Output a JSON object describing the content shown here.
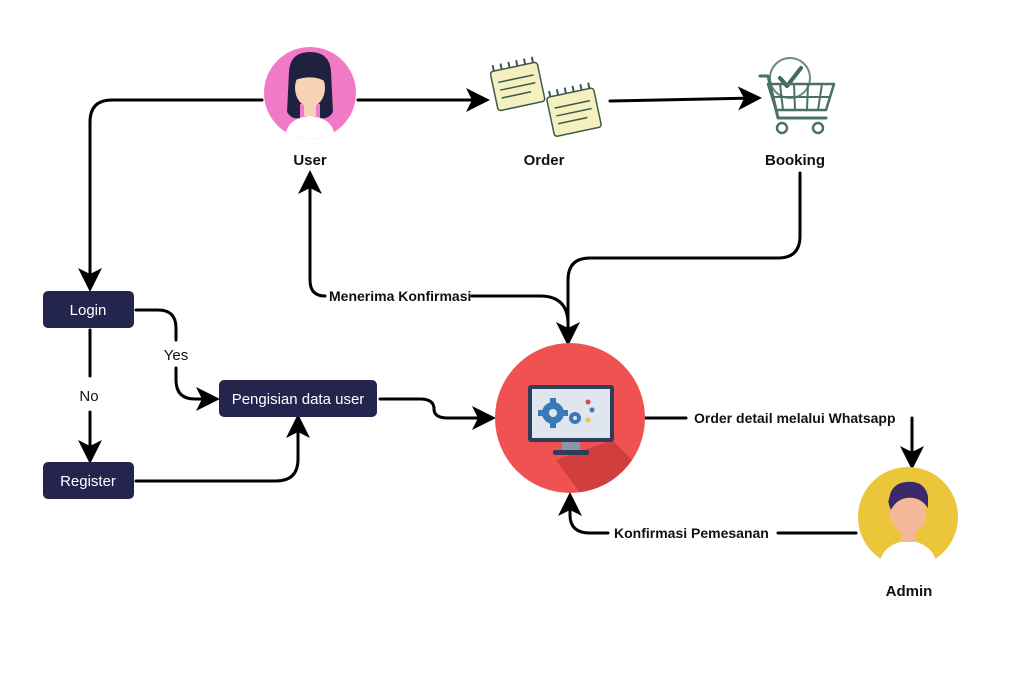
{
  "nodes": {
    "user": "User",
    "order": "Order",
    "booking": "Booking",
    "admin": "Admin",
    "login": "Login",
    "register": "Register",
    "pengisian": "Pengisian data user"
  },
  "edges": {
    "menerima": "Menerima Konfirmasi",
    "order_detail": "Order detail melalui Whatsapp",
    "konfirmasi": "Konfirmasi Pemesanan",
    "yes": "Yes",
    "no": "No"
  },
  "colors": {
    "node_box": "#23254f",
    "user_avatar": "#f07ac8",
    "admin_avatar": "#ecc63a",
    "system_circle": "#f05252",
    "monitor": "#3a78b8"
  },
  "icons": {
    "user": "female-user-avatar-icon",
    "order": "notepad-documents-icon",
    "booking": "shopping-cart-check-icon",
    "system": "computer-settings-icon",
    "admin": "male-admin-avatar-icon"
  }
}
